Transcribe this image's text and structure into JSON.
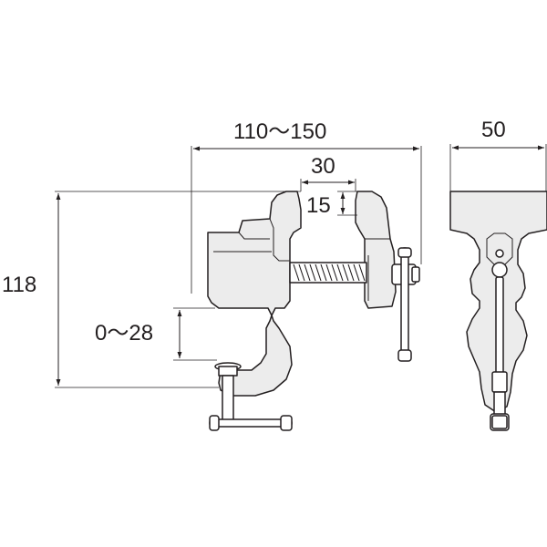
{
  "dimensions": {
    "overall_width": "110〜150",
    "jaw_width": "30",
    "jaw_depth": "15",
    "height": "118",
    "clamp_opening": "0〜28",
    "side_width": "50"
  }
}
